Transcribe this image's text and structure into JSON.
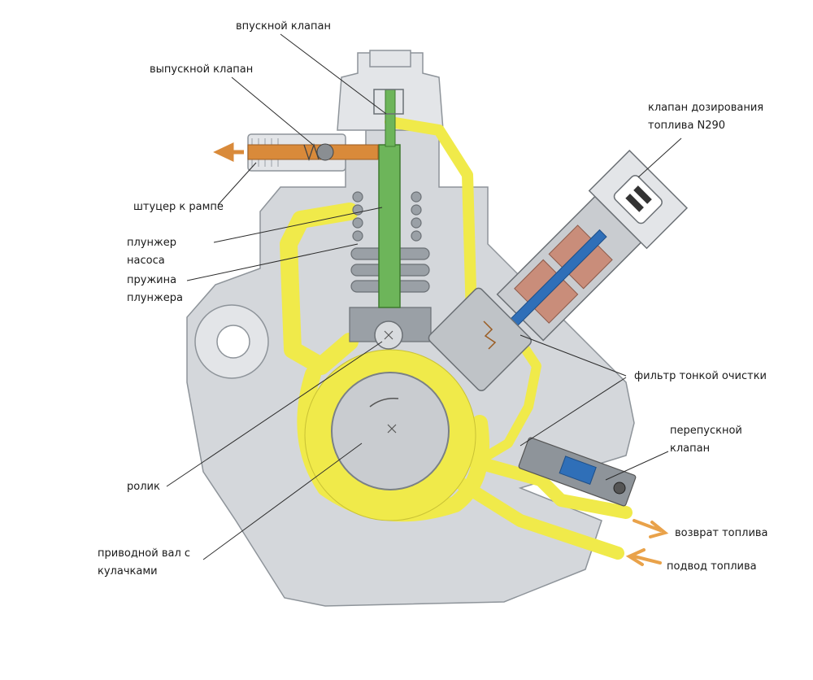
{
  "labels": {
    "inlet_valve": "впускной клапан",
    "outlet_valve": "выпускной клапан",
    "rail_fitting": "штуцер к рампе",
    "plunger_line1": "плунжер",
    "plunger_line2": "насоса",
    "spring_line1": "пружина",
    "spring_line2": "плунжера",
    "roller": "ролик",
    "shaft_line1": "приводной вал с",
    "shaft_line2": "кулачками",
    "metering_line1": "клапан дозирования",
    "metering_line2": "топлива N290",
    "fine_filter": "фильтр тонкой очистки",
    "bypass_line1": "перепускной",
    "bypass_line2": "клапан",
    "fuel_return": "возврат топлива",
    "fuel_supply": "подвод топлива"
  },
  "colors": {
    "fuel": "#f0ea4a",
    "housing": "#d4d7db",
    "plunger": "#6db55a",
    "high_pressure_line": "#d98a3a",
    "metering_valve_channel": "#2f6fb8",
    "arrow": "#e9a24a"
  }
}
